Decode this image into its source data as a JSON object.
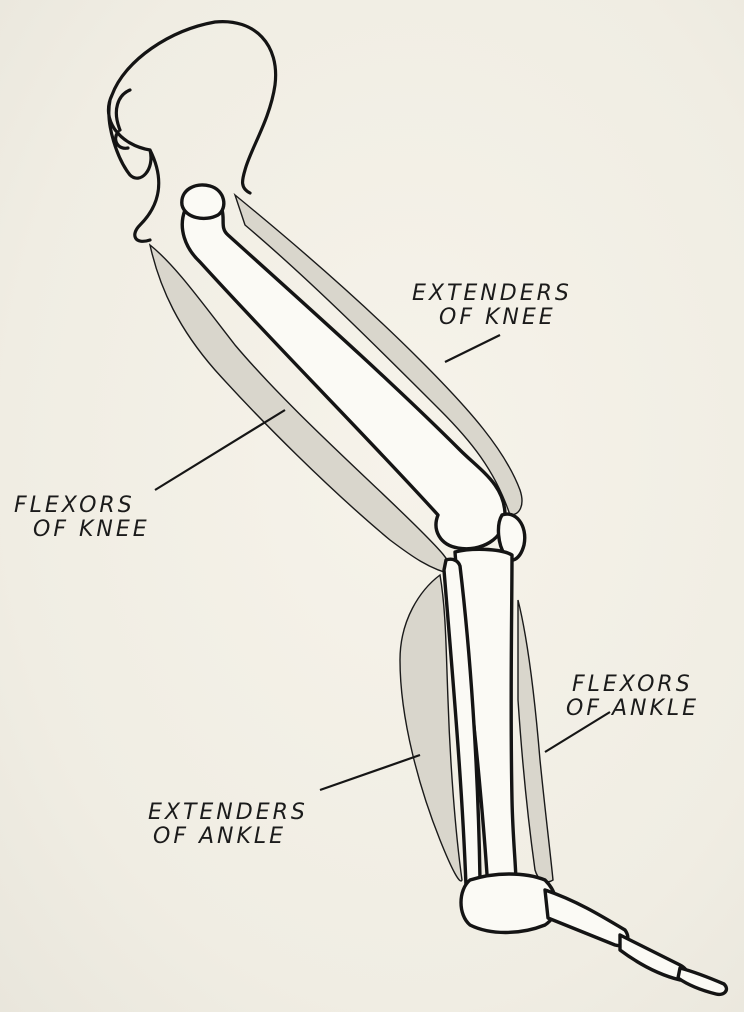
{
  "labels": {
    "extenders_knee": [
      "EXTENDERS",
      "OF KNEE"
    ],
    "flexors_knee": [
      "FLEXORS",
      "OF KNEE"
    ],
    "flexors_ankle": [
      "FLEXORS",
      "OF ANKLE"
    ],
    "extenders_ankle": [
      "EXTENDERS",
      "OF ANKLE"
    ]
  },
  "colors": {
    "paper": "#f3f0e7",
    "ink": "#141414"
  }
}
